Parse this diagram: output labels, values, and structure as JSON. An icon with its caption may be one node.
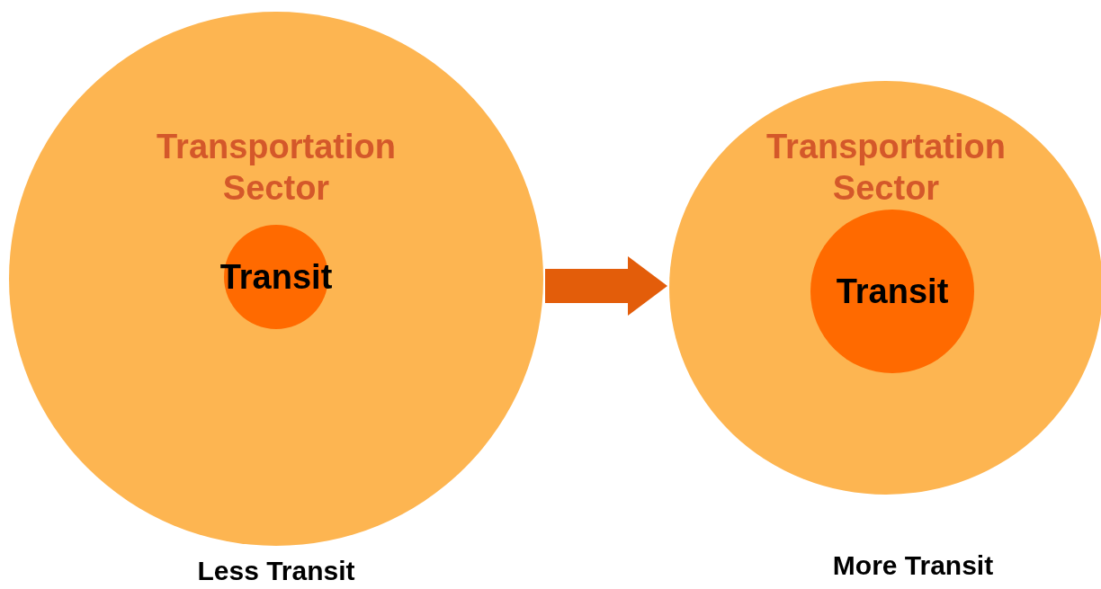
{
  "diagram": {
    "nodes": [
      {
        "text": [
          "Transportation Sector"
        ],
        "beside": [
          "Less Transit"
        ]
      },
      {
        "text": [
          "Transit"
        ],
        "in": 0
      },
      {
        "text": [
          "Transportation Sector"
        ],
        "beside": [
          "More Transit"
        ]
      },
      {
        "text": [
          "Transit"
        ],
        "in": 2
      }
    ],
    "edges": [
      {
        "from": 0,
        "to": 2,
        "arrow": "to"
      }
    ]
  }
}
